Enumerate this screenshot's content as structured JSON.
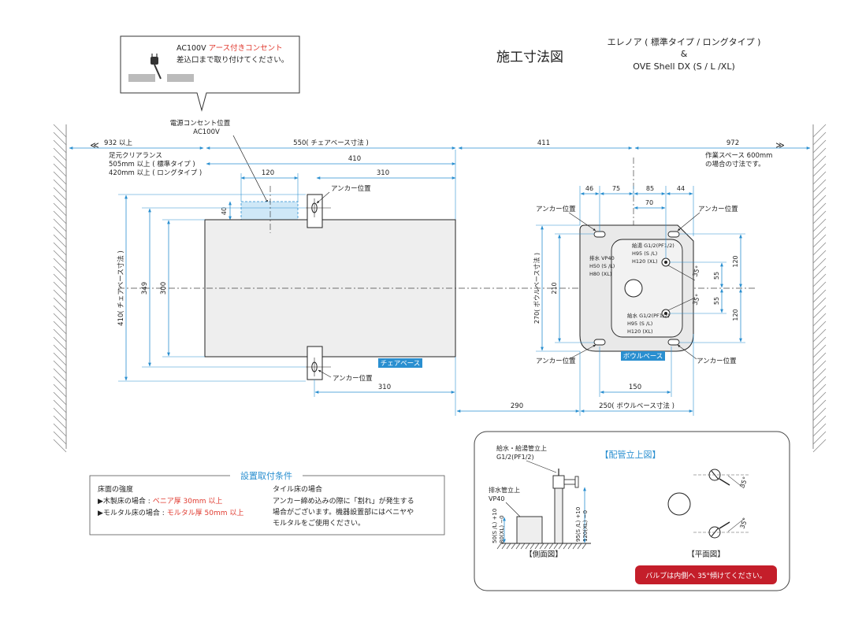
{
  "title": "施工寸法図",
  "product": {
    "line1": "エレノア ( 標準タイプ / ロングタイプ )",
    "line2": "&",
    "line3": "OVE Shell DX (S / L /XL)"
  },
  "callout": {
    "voltage": "AC100V",
    "earth": "アース付きコンセント",
    "instruction": "差込口まで取り付けてください。"
  },
  "outlet_label": {
    "line1": "電源コンセント位置",
    "line2": "AC100V"
  },
  "top_dims": {
    "left_clear": "932 以上",
    "chair_width": "550( チェアベース寸法 )",
    "center_gap": "411",
    "right_space": "972",
    "d410": "410",
    "d310": "310",
    "d120": "120",
    "d40": "40"
  },
  "clearance_note": {
    "line1": "足元クリアランス",
    "line2": "505mm 以上 ( 標準タイプ )",
    "line3": "420mm 以上 ( ロングタイプ )"
  },
  "workspace_note": {
    "line1": "作業スペース 600mm",
    "line2": "の場合の寸法です。"
  },
  "chair": {
    "label": "チェアベース",
    "v410": "410( チェアベース寸法 )",
    "v349": "349",
    "v300": "300",
    "anchor_top": "アンカー位置",
    "anchor_bottom": "アンカー位置",
    "bottom310": "310"
  },
  "bowl": {
    "label": "ボウルベース",
    "d46": "46",
    "d75": "75",
    "d85": "85",
    "d44": "44",
    "d70": "70",
    "v270": "270( ボウルベース寸法 )",
    "v210": "210",
    "r120a": "120",
    "r120b": "120",
    "r55a": "55",
    "r55b": "55",
    "ang1": "35°",
    "ang2": "35°",
    "anchor_tl": "アンカー位置",
    "anchor_tr": "アンカー位置",
    "anchor_bl": "アンカー位置",
    "anchor_br": "アンカー位置",
    "drain": [
      "排水 VP40",
      "H50 (S /L)",
      "H80 (XL)"
    ],
    "hot": [
      "給湯 G1/2(PF1/2)",
      "H95 (S /L)",
      "H120 (XL)"
    ],
    "cold": [
      "給水 G1/2(PF1/2)",
      "H95 (S /L)",
      "H120 (XL)"
    ],
    "b150": "150",
    "b290": "290",
    "b250": "250( ボウルベース寸法 )"
  },
  "conditions": {
    "heading": "設置取付条件",
    "strength": "床面の強度",
    "wood_prefix": "▶木製床の場合 : ",
    "wood_value": "ベニア厚 30mm 以上",
    "mortar_prefix": "▶モルタル床の場合 : ",
    "mortar_value": "モルタル厚 50mm 以上",
    "tile_title": "タイル床の場合",
    "tile_line1": "アンカー締め込みの際に「割れ」が発生する",
    "tile_line2": "場合がございます。機器設置部にはベニヤや",
    "tile_line3": "モルタルをご使用ください。"
  },
  "piping": {
    "heading": "【配管立上図】",
    "supply": [
      "給水・給湯管立上",
      "G1/2(PF1/2)"
    ],
    "drain": [
      "排水管立上",
      "VP40"
    ],
    "drain_h": [
      "50(S /L) +10",
      "80(XL)  −0"
    ],
    "supply_h": [
      "95(S /L) +10",
      "120(XL) −0"
    ],
    "side_view": "【側面図】",
    "plan_view": "【平面図】",
    "ang1": "35°",
    "ang2": "35°",
    "valve_note": "バルブは内側へ 35°傾けてください。"
  },
  "colors": {
    "accent": "#2a8fd0",
    "warning": "#e03a2f",
    "note_bg": "#c41e2a",
    "chair_fill": "#eeeeee"
  }
}
